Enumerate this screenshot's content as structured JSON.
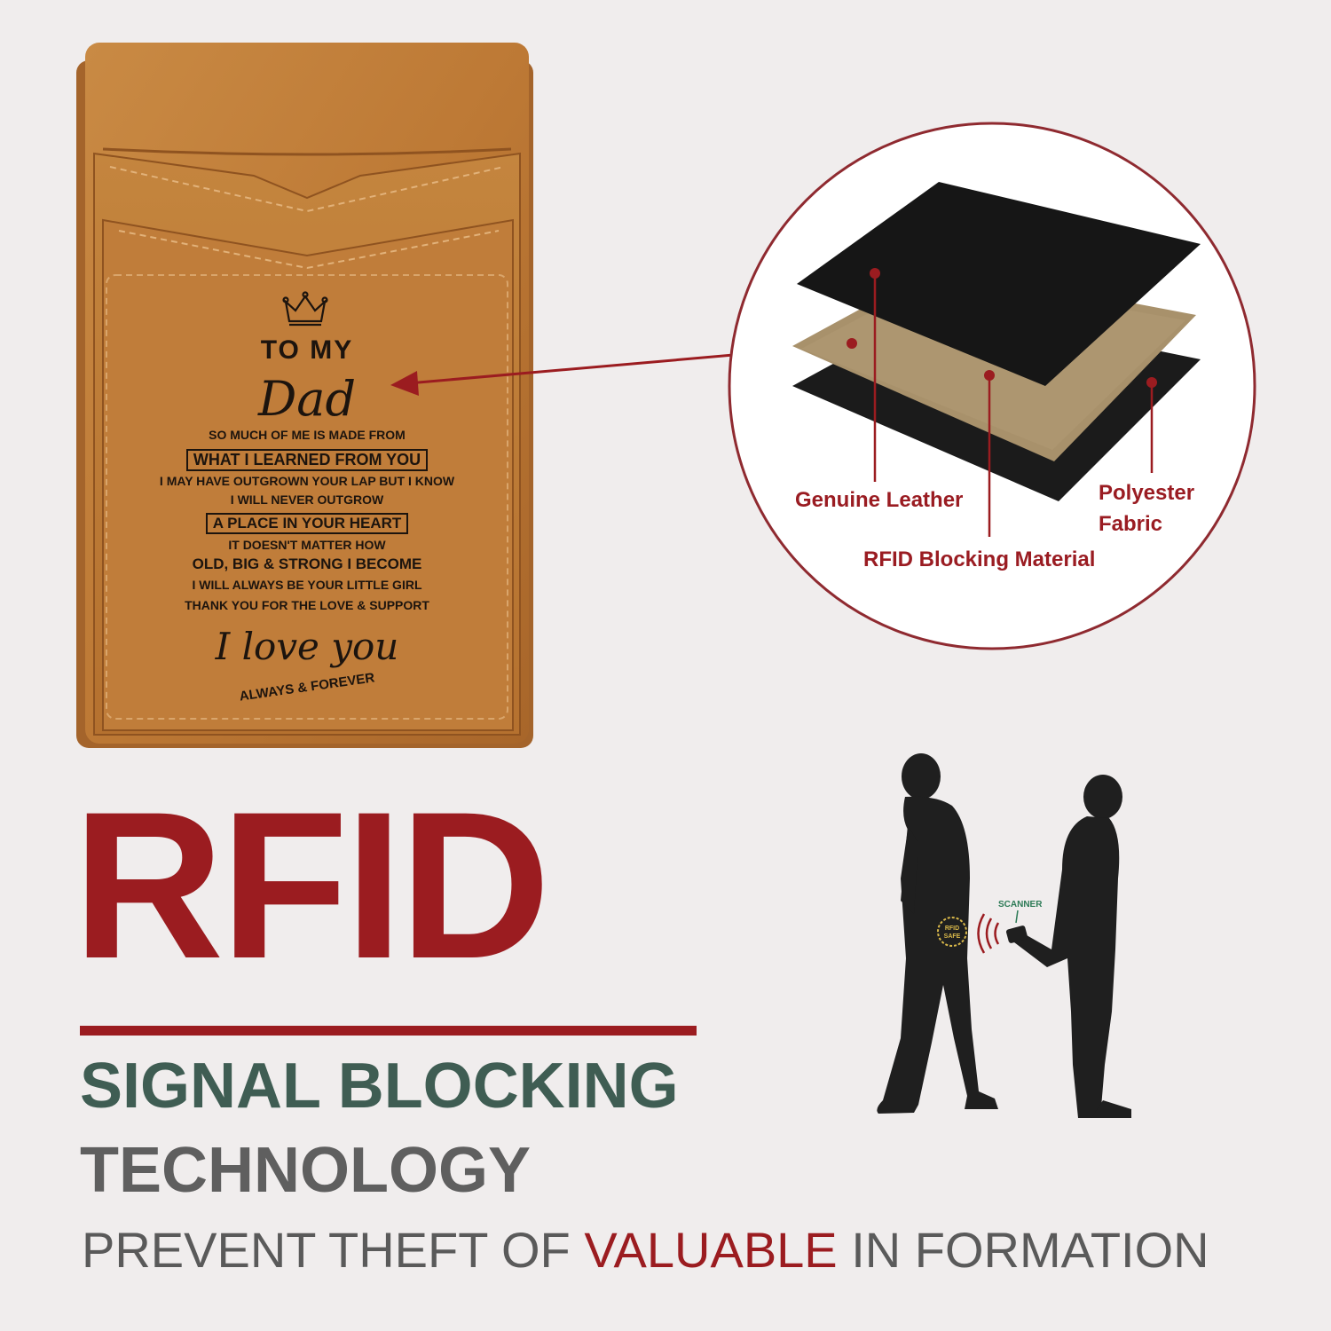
{
  "wallet": {
    "to_my": "TO MY",
    "dad": "Dad",
    "line1": "SO MUCH OF ME IS MADE FROM",
    "line2": "WHAT I LEARNED FROM YOU",
    "line3": "I MAY HAVE OUTGROWN YOUR LAP BUT I KNOW",
    "line4": "I WILL NEVER OUTGROW",
    "line5": "A PLACE IN YOUR HEART",
    "line6": "IT DOESN'T MATTER HOW",
    "line7": "OLD, BIG & STRONG I BECOME",
    "line8": "I WILL ALWAYS BE YOUR LITTLE GIRL",
    "line9": "THANK YOU FOR THE LOVE & SUPPORT",
    "love": "I love you",
    "always": "ALWAYS & FOREVER"
  },
  "layers": {
    "genuine_leather": "Genuine Leather",
    "rfid_material": "RFID Blocking Material",
    "polyester_1": "Polyester",
    "polyester_2": "Fabric"
  },
  "scene": {
    "scanner_label": "SCANNER",
    "badge_1": "RFID",
    "badge_2": "SAFE"
  },
  "headline": {
    "rfid": "RFID",
    "line1": "SIGNAL BLOCKING",
    "line2": "TECHNOLOGY",
    "tag_pre": "PREVENT THEFT OF ",
    "tag_highlight": "VALUABLE",
    "tag_post": " IN FORMATION"
  },
  "colors": {
    "brand_red": "#9b1c20",
    "leather": "#b9742f",
    "subtitle_green": "#3f5d53",
    "subtitle_gray": "#5f5f5f",
    "background": "#f0eded"
  }
}
